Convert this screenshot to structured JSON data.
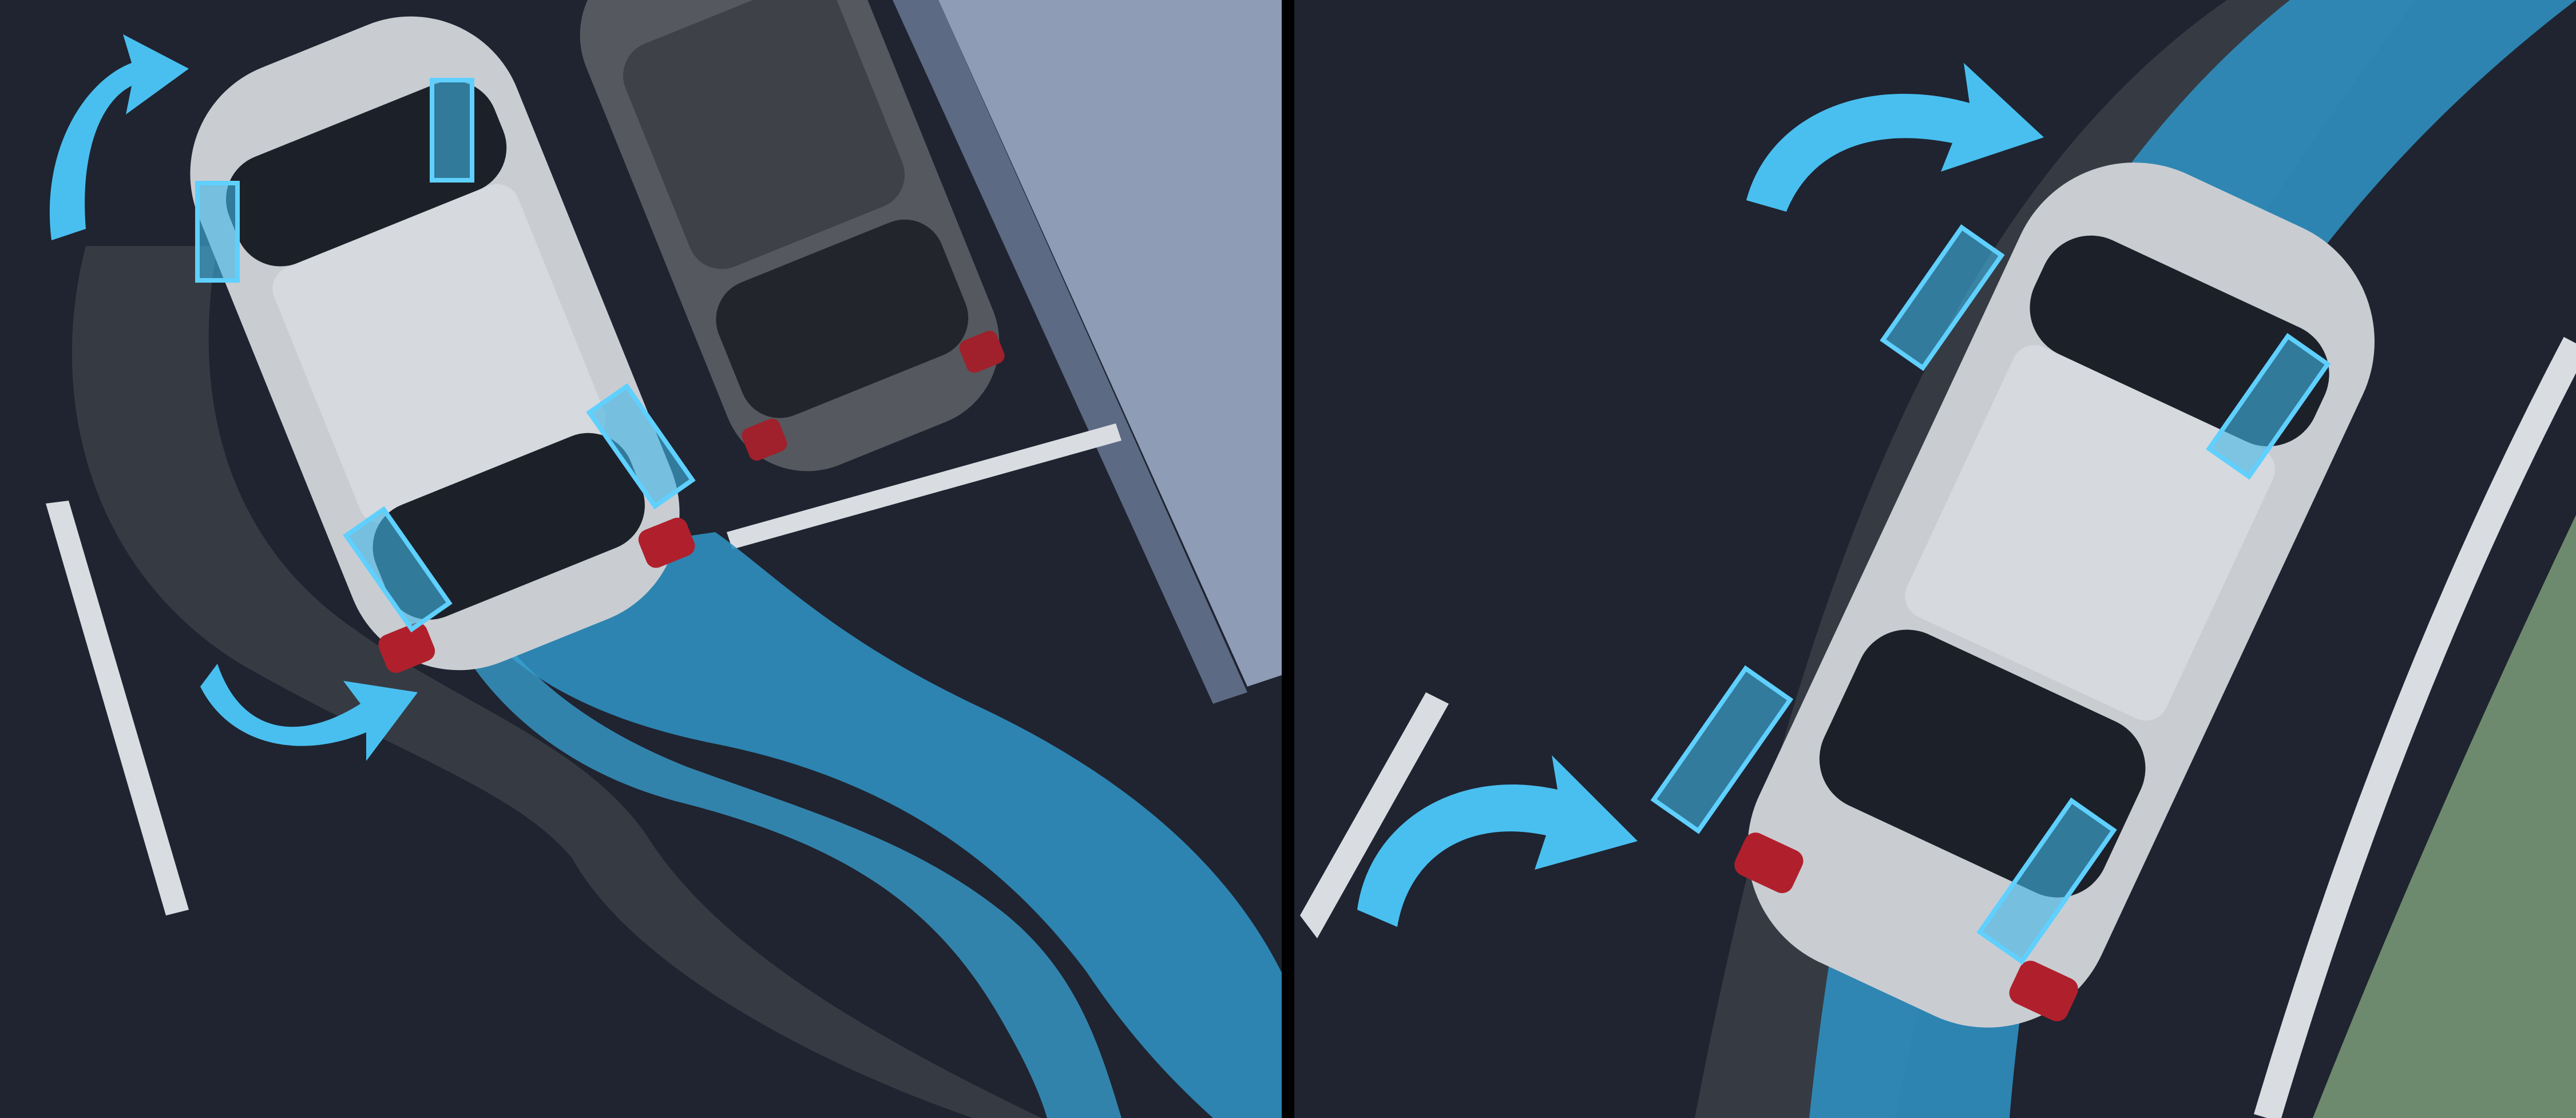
{
  "colors": {
    "asphalt": "#1f2430",
    "sensor": "#3fb6e6",
    "path": "#2f8fc0",
    "arrow": "#49bff0",
    "car_body": "#c9cdd2",
    "glass": "#1c2129",
    "lane_line": "#d9dde2",
    "grass": "#6e8a6e",
    "curb": "#8e9cb6"
  },
  "panels": [
    {
      "name": "parallel-parking-scene",
      "sensor_count": 4,
      "arrow_count": 2,
      "parked_car_count": 1
    },
    {
      "name": "perpendicular-parking-scene",
      "sensor_count": 4,
      "arrow_count": 2,
      "parked_car_count": 0
    }
  ],
  "icons": [
    "rotate-arrow-icon",
    "sensor-zone-icon"
  ]
}
